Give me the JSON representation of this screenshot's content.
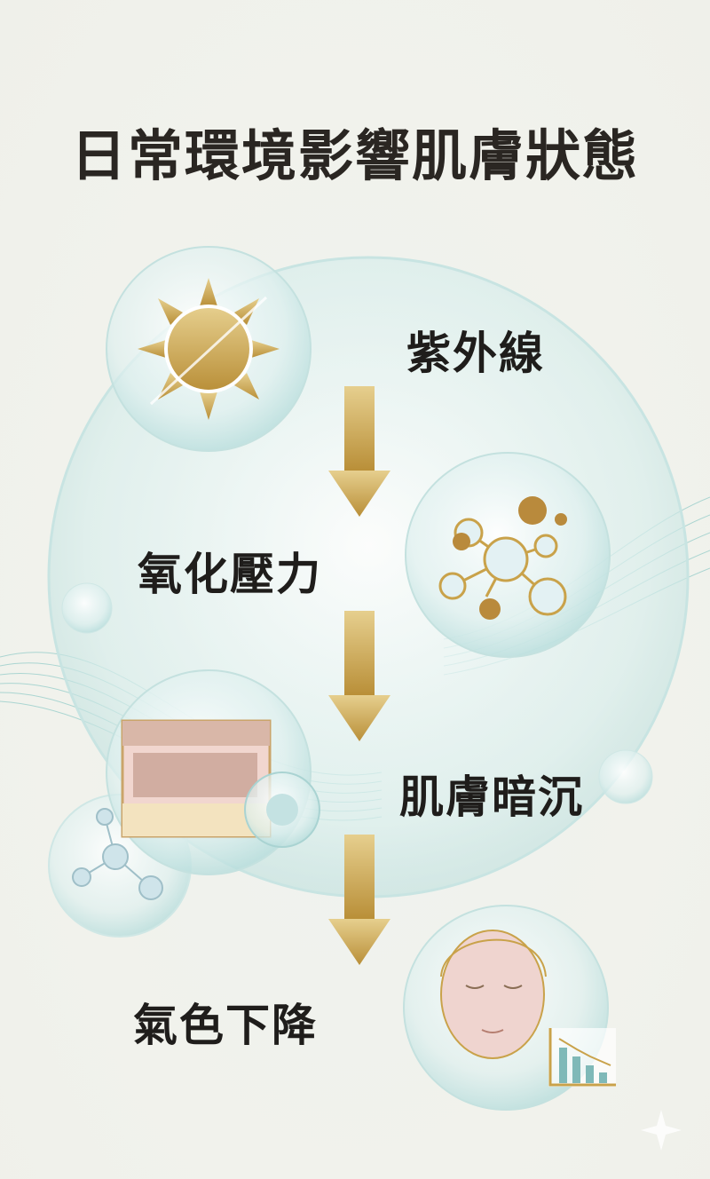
{
  "title": "日常環境影響肌膚狀態",
  "steps": [
    {
      "label": "紫外線",
      "icon": "sun-icon"
    },
    {
      "label": "氧化壓力",
      "icon": "molecule-virus-icon"
    },
    {
      "label": "肌膚暗沉",
      "icon": "skin-layers-icon"
    },
    {
      "label": "氣色下降",
      "icon": "face-decline-icon"
    }
  ],
  "colors": {
    "gold": "#c9a24a",
    "teal": "#6fb9b8",
    "background": "#f0f2ec"
  }
}
